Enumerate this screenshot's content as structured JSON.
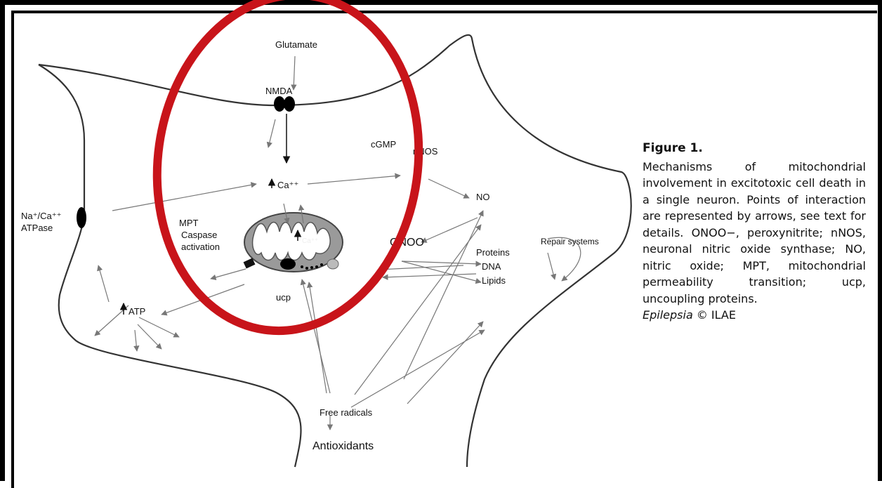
{
  "figure": {
    "title": "Figure 1.",
    "caption": "Mechanisms of mitochondrial involvement in excitotoxic cell death in a single neuron. Points of interaction are represented by arrows, see text for details. ONOO−, peroxynitrite; nNOS, neuronal nitric oxide synthase; NO, nitric oxide; MPT, mitochondrial permeability transition; ucp, uncoupling proteins.",
    "journal": "Epilepsia",
    "copyright": "© ILAE"
  },
  "labels": {
    "glutamate": "Glutamate",
    "nmda": "NMDA",
    "cgmp": "cGMP",
    "nnos": "nNOS",
    "ca": "Ca⁺⁺",
    "no": "NO",
    "na_ca_line1": "Na⁺/Ca⁺⁺",
    "na_ca_line2": "ATPase",
    "mpt": "MPT",
    "caspase": "Caspase",
    "activation": "activation",
    "ca_mito": "Ca⁺⁺",
    "onoo": "ONOO",
    "repair": "Repair systems",
    "proteins": "Proteins",
    "dna": "DNA",
    "lipids": "Lipids",
    "ucp": "ucp",
    "atp": "ATP",
    "free_radicals": "Free radicals",
    "antioxidants": "Antioxidants"
  },
  "colors": {
    "highlight_circle": "#c8141a",
    "mitochondrion": "#8a8a8a",
    "arrows": "#7a7a7a"
  }
}
